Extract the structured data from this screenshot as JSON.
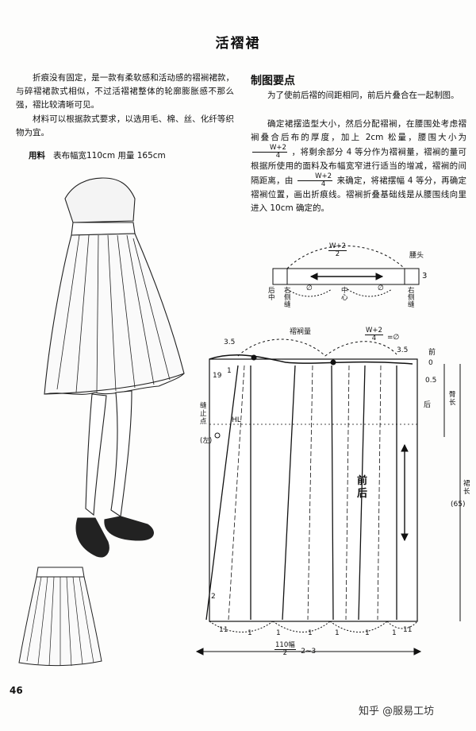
{
  "title": "活褶裙",
  "intro": {
    "p1": "折痕没有固定，是一款有柔软感和活动感的褶裥裙款，与碎褶裙款式相似，不过活褶裙整体的轮廓膨胀感不那么强，褶比较清晰可见。",
    "p2": "材料可以根据款式要求，以选用毛、棉、丝、化纤等织物为宜。"
  },
  "fabric": {
    "label": "用料",
    "value": "表布幅宽110cm  用量 165cm"
  },
  "section": {
    "heading": "制图要点",
    "p1": "为了使前后褶的间距相同，前后片叠合在一起制图。",
    "p2_a": "确定裙摆造型大小，然后分配褶裥，在腰围处考虑褶裥叠合后布的厚度，加上 2cm 松量，腰围大小为",
    "p2_b": "，将剩余部分 4 等分作为褶裥量，褶裥的量可根据所使用的面料及布幅宽窄进行适当的增减，褶裥的间隔距离，由",
    "p2_c": "来确定，将裙摆幅 4 等分，再确定褶裥位置，画出折痕线。褶裥折叠基础线是从腰围线向里进入 10cm 确定的。",
    "frac_num": "W+2",
    "frac_den": "4"
  },
  "waistband": {
    "top_num": "W+2",
    "top_den": "2",
    "label_right": "腰头",
    "height": "3",
    "left_label": "后中",
    "right_label": "右侧缝",
    "side_label": "右侧缝",
    "center_label": "中心",
    "phi": "∅"
  },
  "skirt": {
    "pleat_label": "褶裥量",
    "frac_num": "W+2",
    "frac_den": "4",
    "eq": "=∅",
    "front_label": "前",
    "back_label": "后",
    "m35a": "3.5",
    "m35b": "3.5",
    "m19": "19",
    "m1a": "1",
    "m1b": "1",
    "m0": "0",
    "m05": "0.5",
    "hl": "HL",
    "slit_label": "缝止点",
    "left_label": "(左)",
    "waist_len_label": "臀长",
    "skirt_len_label": "裙长",
    "skirt_len_value": "(65)",
    "two": "2",
    "eleven": [
      "11",
      "1",
      "1",
      "1",
      "1",
      "1",
      "1",
      "11"
    ],
    "front_top": "前",
    "back_right": "后"
  },
  "bottom": {
    "num": "110幅",
    "den": "2",
    "suffix": "-2~3"
  },
  "page_number": "46",
  "watermark": "知乎 @服易工坊"
}
